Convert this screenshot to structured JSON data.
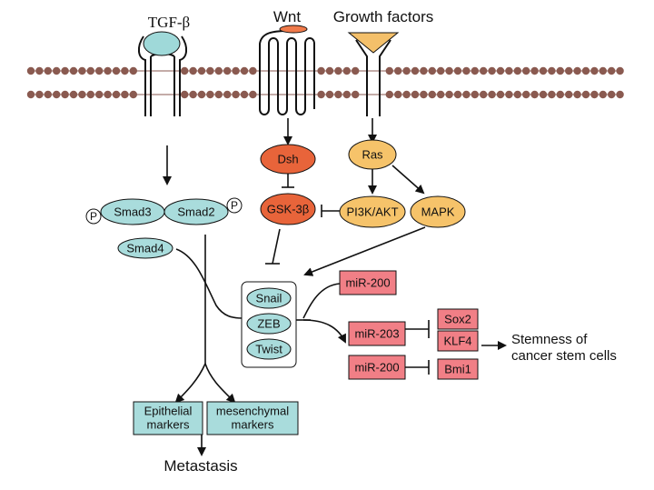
{
  "colors": {
    "membrane": "#8a5a50",
    "smad": "#a9dcdc",
    "ras": "#f6c36a",
    "dsh": "#e8643a",
    "mirna": "#f17f86",
    "wnt_ligand": "#f07a4a",
    "tgf_ligand": "#9fd9d9",
    "gf_ligand": "#f4c06a"
  },
  "ligands": {
    "tgf": "TGF-β",
    "wnt": "Wnt",
    "growth": "Growth factors"
  },
  "nodes": {
    "dsh": "Dsh",
    "gsk": "GSK-3β",
    "ras": "Ras",
    "pi3k": "PI3K/AKT",
    "mapk": "MAPK",
    "smad3": "Smad3",
    "smad2": "Smad2",
    "smad4": "Smad4",
    "phospho": "P",
    "snail": "Snail",
    "zeb": "ZEB",
    "twist": "Twist",
    "mir200_top": "miR-200",
    "mir203": "miR-203",
    "mir200_bottom": "miR-200",
    "sox2": "Sox2",
    "klf4": "KLF4",
    "bmi1": "Bmi1"
  },
  "markers": {
    "epithelial_line1": "Epithelial",
    "epithelial_line2": "markers",
    "mesenchymal_line1": "mesenchymal",
    "mesenchymal_line2": "markers"
  },
  "outcomes": {
    "metastasis": "Metastasis",
    "stemness_line1": "Stemness of",
    "stemness_line2": "cancer stem cells"
  }
}
